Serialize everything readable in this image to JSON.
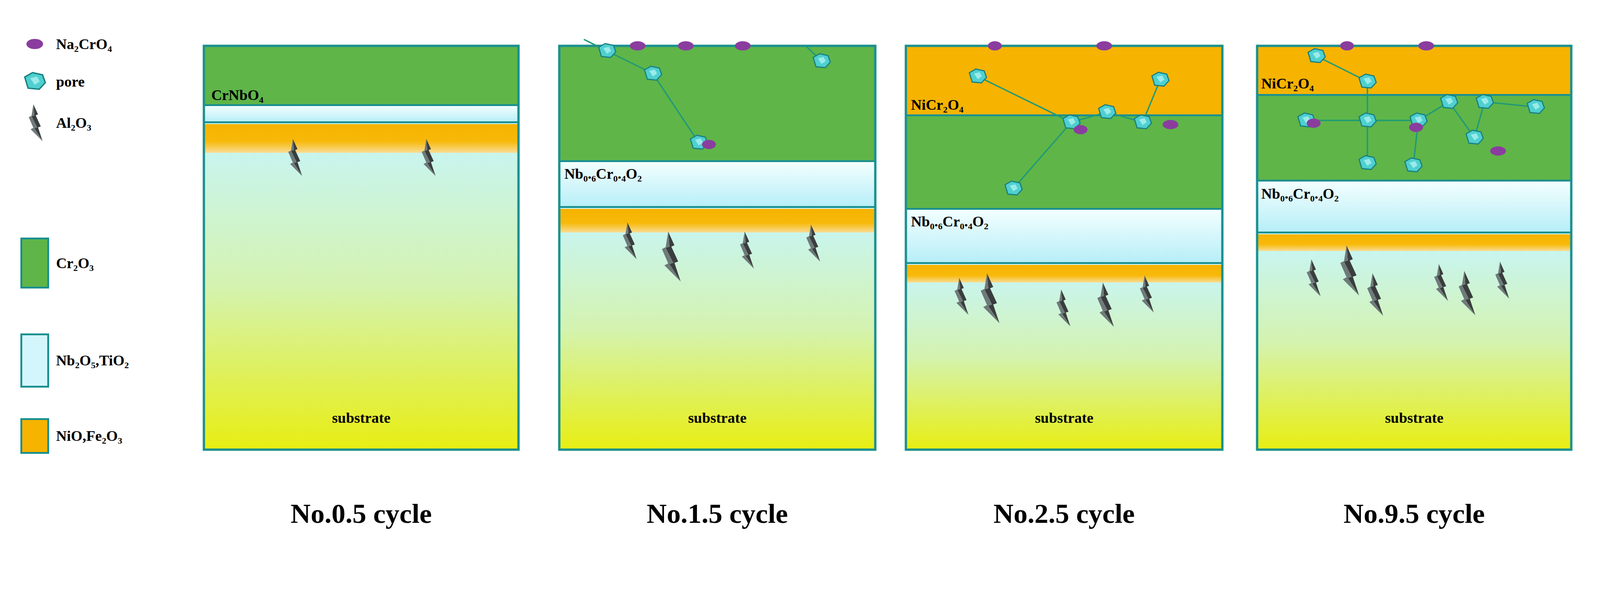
{
  "diagram": {
    "nodes": [
      {
        "text": [
          "No.0.5 cycle"
        ]
      },
      {
        "text": [
          "substrate"
        ],
        "in": 0
      },
      {
        "text": [
          "No.1.5 cycle"
        ]
      },
      {
        "text": [
          "substrate"
        ],
        "in": 2
      },
      {
        "text": [
          "No.2.5 cycle"
        ]
      },
      {
        "text": [
          "substrate"
        ],
        "in": 4
      },
      {
        "text": [
          "No.9.5 cycle"
        ]
      },
      {
        "text": [
          "substrate"
        ],
        "in": 6
      }
    ],
    "labels": [
      "CrNbO₄",
      "Nb₀.₆Cr₀.₄O₂",
      "NiCr₂O₄",
      "Nb₀.₆Cr₀.₄O₂",
      "NiCr₂O₄",
      "Nb₀.₆Cr₀.₄O₂"
    ],
    "legend": [
      {
        "text": "Na₂CrO₄"
      },
      {
        "text": "pore"
      },
      {
        "text": "Al₂O₃"
      },
      {
        "text": "Cr₂O₃",
        "color": "#5fb548"
      },
      {
        "text": "Nb₂O₅,TiO₂",
        "color": "#d2f6fb"
      },
      {
        "text": "NiO,Fe₂O₃",
        "color": "#f6b300"
      }
    ]
  }
}
